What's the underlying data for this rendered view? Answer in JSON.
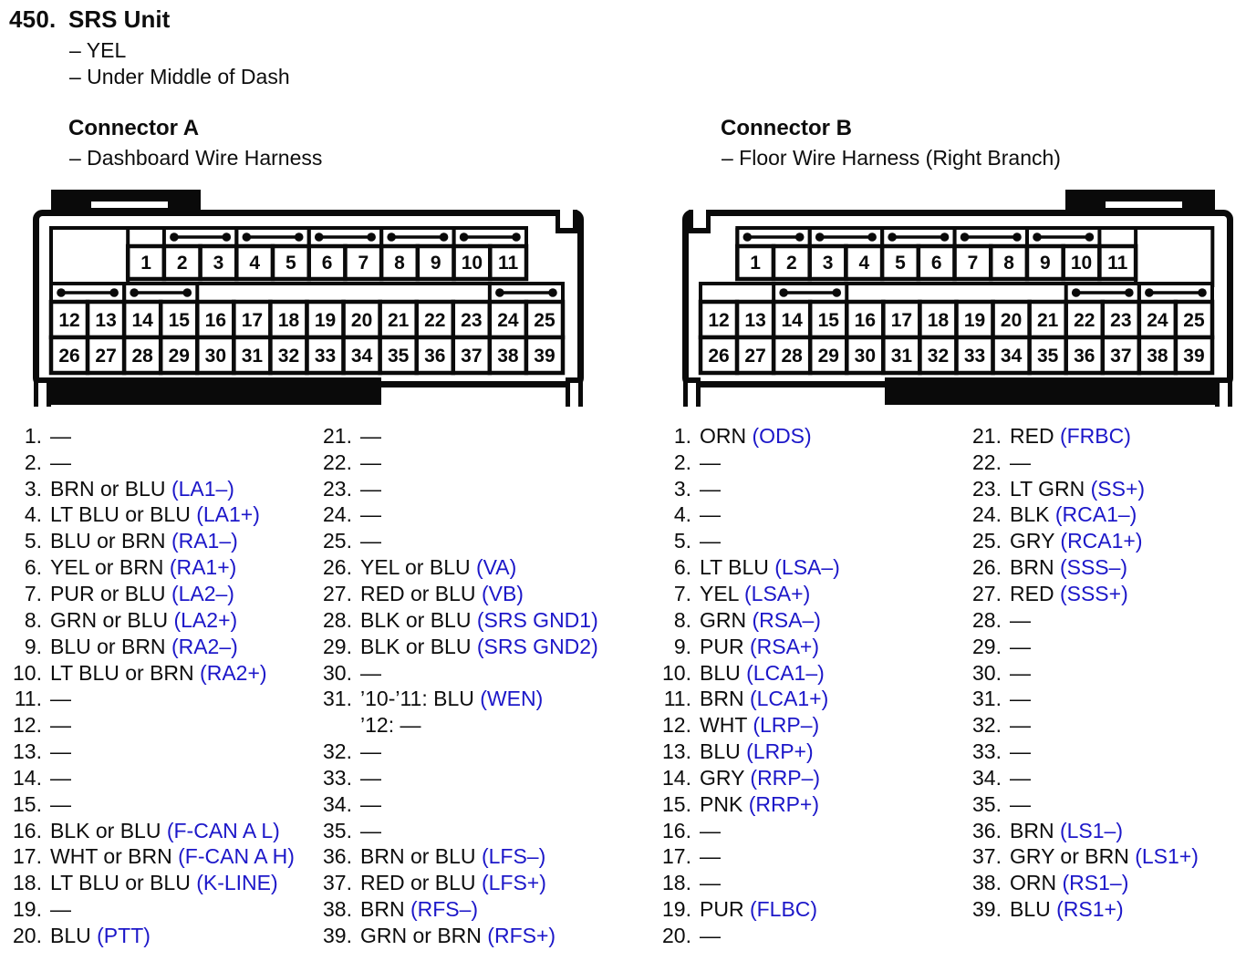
{
  "page": {
    "background": "#ffffff",
    "text_color": "#0d0d0d",
    "code_color": "#1c17c9"
  },
  "header": {
    "number": "450.",
    "title": "SRS Unit",
    "notes": [
      "– YEL",
      "– Under Middle of Dash"
    ]
  },
  "connectors": [
    {
      "id": "A",
      "title": "Connector A",
      "subtitle": "– Dashboard Wire Harness",
      "diagram": {
        "side": "left",
        "rows": [
          {
            "from": 1,
            "to": 11
          },
          {
            "from": 12,
            "to": 25
          },
          {
            "from": 26,
            "to": 39
          }
        ],
        "row1_jumpers": [
          [
            2,
            3
          ],
          [
            4,
            5
          ],
          [
            6,
            7
          ],
          [
            8,
            9
          ],
          [
            10,
            11
          ]
        ],
        "row2_jumpers": [
          [
            12,
            13
          ],
          [
            14,
            15
          ],
          [
            24,
            25
          ]
        ]
      },
      "pin_list": {
        "col1": [
          {
            "n": 1,
            "wire": "—"
          },
          {
            "n": 2,
            "wire": "—"
          },
          {
            "n": 3,
            "wire": "BRN or BLU",
            "code": "(LA1–)"
          },
          {
            "n": 4,
            "wire": "LT BLU or BLU",
            "code": "(LA1+)"
          },
          {
            "n": 5,
            "wire": "BLU or BRN",
            "code": "(RA1–)"
          },
          {
            "n": 6,
            "wire": "YEL or BRN",
            "code": "(RA1+)"
          },
          {
            "n": 7,
            "wire": "PUR or BLU",
            "code": "(LA2–)"
          },
          {
            "n": 8,
            "wire": "GRN or BLU",
            "code": "(LA2+)"
          },
          {
            "n": 9,
            "wire": "BLU or BRN",
            "code": "(RA2–)"
          },
          {
            "n": 10,
            "wire": "LT BLU or BRN",
            "code": "(RA2+)"
          },
          {
            "n": 11,
            "wire": "—"
          },
          {
            "n": 12,
            "wire": "—"
          },
          {
            "n": 13,
            "wire": "—"
          },
          {
            "n": 14,
            "wire": "—"
          },
          {
            "n": 15,
            "wire": "—"
          },
          {
            "n": 16,
            "wire": "BLK or BLU",
            "code": "(F-CAN A L)"
          },
          {
            "n": 17,
            "wire": "WHT or BRN",
            "code": "(F-CAN A H)"
          },
          {
            "n": 18,
            "wire": "LT BLU or BLU",
            "code": "(K-LINE)"
          },
          {
            "n": 19,
            "wire": "—"
          },
          {
            "n": 20,
            "wire": "BLU",
            "code": "(PTT)"
          }
        ],
        "col2": [
          {
            "n": 21,
            "wire": "—"
          },
          {
            "n": 22,
            "wire": "—"
          },
          {
            "n": 23,
            "wire": "—"
          },
          {
            "n": 24,
            "wire": "—"
          },
          {
            "n": 25,
            "wire": "—"
          },
          {
            "n": 26,
            "wire": "YEL or BLU",
            "code": "(VA)"
          },
          {
            "n": 27,
            "wire": "RED or BLU",
            "code": "(VB)"
          },
          {
            "n": 28,
            "wire": "BLK or BLU",
            "code": "(SRS GND1)"
          },
          {
            "n": 29,
            "wire": "BLK or BLU",
            "code": "(SRS GND2)"
          },
          {
            "n": 30,
            "wire": "—"
          },
          {
            "n": 31,
            "wire": "’10-’11: BLU",
            "code": "(WEN)",
            "extra": "’12: —"
          },
          {
            "n": 32,
            "wire": "—"
          },
          {
            "n": 33,
            "wire": "—"
          },
          {
            "n": 34,
            "wire": "—"
          },
          {
            "n": 35,
            "wire": "—"
          },
          {
            "n": 36,
            "wire": "BRN or BLU",
            "code": "(LFS–)"
          },
          {
            "n": 37,
            "wire": "RED or BLU",
            "code": "(LFS+)"
          },
          {
            "n": 38,
            "wire": "BRN",
            "code": "(RFS–)"
          },
          {
            "n": 39,
            "wire": "GRN or BRN",
            "code": "(RFS+)"
          }
        ]
      }
    },
    {
      "id": "B",
      "title": "Connector B",
      "subtitle": "– Floor Wire Harness (Right Branch)",
      "diagram": {
        "side": "right",
        "rows": [
          {
            "from": 1,
            "to": 11
          },
          {
            "from": 12,
            "to": 25
          },
          {
            "from": 26,
            "to": 39
          }
        ],
        "row1_jumpers": [
          [
            1,
            2
          ],
          [
            3,
            4
          ],
          [
            5,
            6
          ],
          [
            7,
            8
          ],
          [
            9,
            10
          ]
        ],
        "row2_jumpers": [
          [
            14,
            15
          ],
          [
            22,
            23
          ],
          [
            24,
            25
          ]
        ]
      },
      "pin_list": {
        "col1": [
          {
            "n": 1,
            "wire": "ORN",
            "code": "(ODS)"
          },
          {
            "n": 2,
            "wire": "—"
          },
          {
            "n": 3,
            "wire": "—"
          },
          {
            "n": 4,
            "wire": "—"
          },
          {
            "n": 5,
            "wire": "—"
          },
          {
            "n": 6,
            "wire": "LT BLU",
            "code": "(LSA–)"
          },
          {
            "n": 7,
            "wire": "YEL",
            "code": "(LSA+)"
          },
          {
            "n": 8,
            "wire": "GRN",
            "code": "(RSA–)"
          },
          {
            "n": 9,
            "wire": "PUR",
            "code": "(RSA+)"
          },
          {
            "n": 10,
            "wire": "BLU",
            "code": "(LCA1–)"
          },
          {
            "n": 11,
            "wire": "BRN",
            "code": "(LCA1+)"
          },
          {
            "n": 12,
            "wire": "WHT",
            "code": "(LRP–)"
          },
          {
            "n": 13,
            "wire": "BLU",
            "code": "(LRP+)"
          },
          {
            "n": 14,
            "wire": "GRY",
            "code": "(RRP–)"
          },
          {
            "n": 15,
            "wire": "PNK",
            "code": "(RRP+)"
          },
          {
            "n": 16,
            "wire": "—"
          },
          {
            "n": 17,
            "wire": "—"
          },
          {
            "n": 18,
            "wire": "—"
          },
          {
            "n": 19,
            "wire": "PUR",
            "code": "(FLBC)"
          },
          {
            "n": 20,
            "wire": "—"
          }
        ],
        "col2": [
          {
            "n": 21,
            "wire": "RED",
            "code": "(FRBC)"
          },
          {
            "n": 22,
            "wire": "—"
          },
          {
            "n": 23,
            "wire": "LT GRN",
            "code": "(SS+)"
          },
          {
            "n": 24,
            "wire": "BLK",
            "code": "(RCA1–)"
          },
          {
            "n": 25,
            "wire": "GRY",
            "code": "(RCA1+)"
          },
          {
            "n": 26,
            "wire": "BRN",
            "code": "(SSS–)"
          },
          {
            "n": 27,
            "wire": "RED",
            "code": "(SSS+)"
          },
          {
            "n": 28,
            "wire": "—"
          },
          {
            "n": 29,
            "wire": "—"
          },
          {
            "n": 30,
            "wire": "—"
          },
          {
            "n": 31,
            "wire": "—"
          },
          {
            "n": 32,
            "wire": "—"
          },
          {
            "n": 33,
            "wire": "—"
          },
          {
            "n": 34,
            "wire": "—"
          },
          {
            "n": 35,
            "wire": "—"
          },
          {
            "n": 36,
            "wire": "BRN",
            "code": "(LS1–)"
          },
          {
            "n": 37,
            "wire": "GRY or BRN",
            "code": "(LS1+)"
          },
          {
            "n": 38,
            "wire": "ORN",
            "code": "(RS1–)"
          },
          {
            "n": 39,
            "wire": "BLU",
            "code": "(RS1+)"
          }
        ]
      }
    }
  ]
}
